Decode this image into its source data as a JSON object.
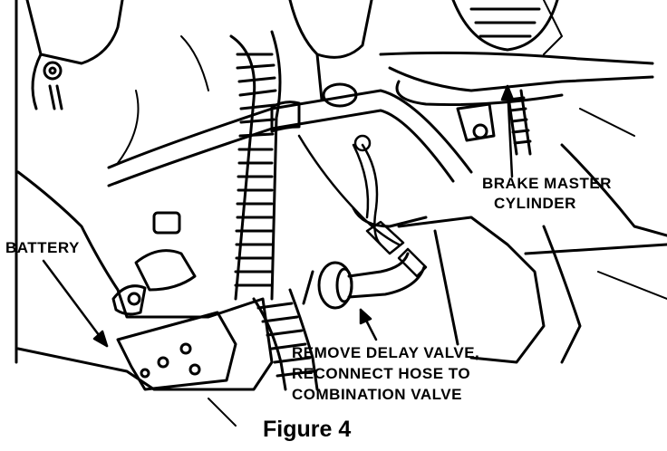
{
  "labels": {
    "battery": "BATTERY",
    "brake_master_line1": "BRAKE MASTER",
    "brake_master_line2": "CYLINDER",
    "delay_valve_line1": "REMOVE DELAY VALVE,",
    "delay_valve_line2": "RECONNECT HOSE TO",
    "delay_valve_line3": "COMBINATION VALVE"
  },
  "caption": "Figure 4",
  "colors": {
    "ink": "#000000",
    "paper": "#ffffff"
  }
}
